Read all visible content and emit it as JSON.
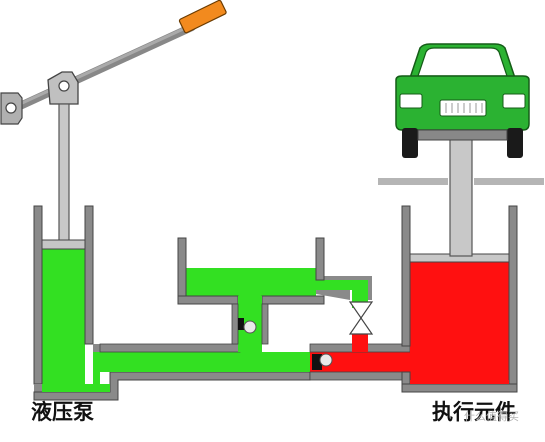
{
  "diagram": {
    "labels": {
      "pump": "液压泵",
      "actuator": "执行元件",
      "watermark": "什么值得买"
    },
    "colors": {
      "low_pressure_fluid": "#33e022",
      "high_pressure_fluid": "#ff1010",
      "wall": "#8a8a8a",
      "wall_dark": "#5e5e5e",
      "metal": "#c4c4c4",
      "handle": "#f28a1e",
      "car_body": "#2bb232",
      "background": "#ffffff"
    },
    "parts": [
      {
        "id": "lever",
        "icon": "lever-handle-icon"
      },
      {
        "id": "pump-cylinder",
        "icon": "pump-cylinder"
      },
      {
        "id": "reservoir",
        "icon": "oil-tank"
      },
      {
        "id": "check-valves",
        "icon": "ball-check-valve-icon"
      },
      {
        "id": "release-valve",
        "icon": "needle-valve-icon"
      },
      {
        "id": "actuator-cylinder",
        "icon": "hydraulic-jack"
      },
      {
        "id": "load",
        "icon": "car-icon"
      }
    ]
  }
}
